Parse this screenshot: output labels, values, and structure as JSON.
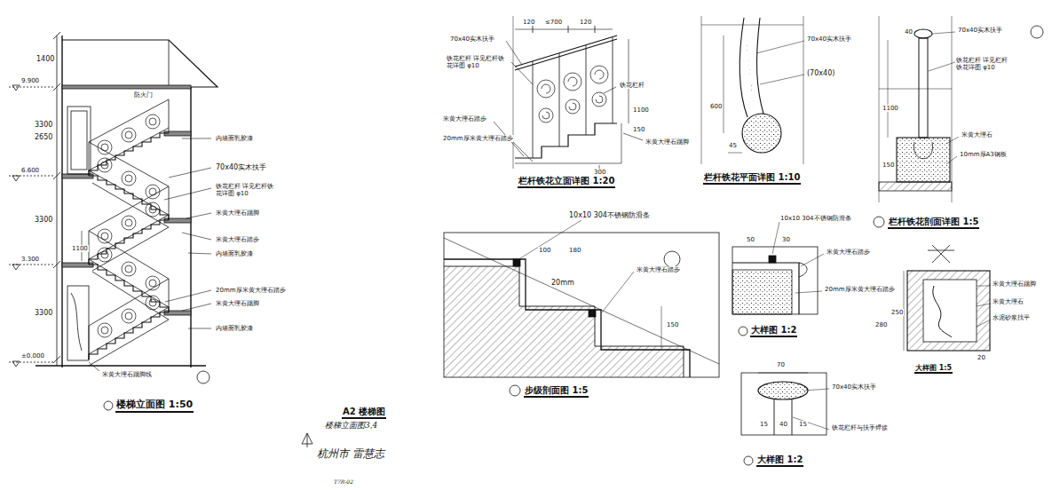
{
  "diagram": {
    "labels": [
      "1400",
      "3300",
      "2650",
      "3300",
      "3300",
      "9.900",
      "6.600",
      "3.300",
      "±0.000",
      "防火门",
      "内墙面乳胶漆",
      "70x40实木扶手",
      "铁花栏杆 详见栏杆铁花详图 φ10",
      "米黄大理石踢脚",
      "米黄大理石踏步",
      "内墙面乳胶漆",
      "1100",
      "20mm厚米黄大理石踏步",
      "米黄大理石踢脚",
      "内墙面乳胶漆",
      "米黄大理石踢脚线",
      "楼梯立面图 1:50",
      "A2 楼梯图",
      "楼梯立面图3,4",
      "杭州市 雷慧志",
      "T7R-02",
      "120",
      "≤700",
      "120",
      "70x40实木扶手",
      "铁花栏杆 详见栏杆铁花详图 φ10",
      "米黄大理石踏步",
      "20mm厚米黄大理石踏步",
      "铁花栏杆",
      "1100",
      "150",
      "米黄大理石踢脚",
      "300",
      "栏杆铁花立面详图 1:20",
      "70x40实木扶手",
      "(70x40)",
      "600",
      "45",
      "栏杆铁花平面详图 1:10",
      "40",
      "70x40实木扶手",
      "铁花栏杆 详见栏杆铁花详图 φ10",
      "1100",
      "米黄大理石",
      "10mm厚A3钢板",
      "150",
      "栏杆铁花剖面详图 1:5",
      "10x10 304不锈钢防滑条",
      "100",
      "180",
      "20mm",
      "米黄大理石踏步",
      "150",
      "步级剖面图 1:5",
      "10x10 304不锈钢防滑条",
      "50",
      "30",
      "米黄大理石踏步",
      "20mm厚米黄大理石踏步",
      "大样图 1:2",
      "70",
      "70x40实木扶手",
      "15",
      "40",
      "15",
      "铁花栏杆与扶手焊接",
      "大样图 1:2",
      "米黄大理石踢脚",
      "米黄大理石",
      "水泥砂浆找平",
      "250",
      "280",
      "20",
      "大样图 1:5"
    ]
  }
}
